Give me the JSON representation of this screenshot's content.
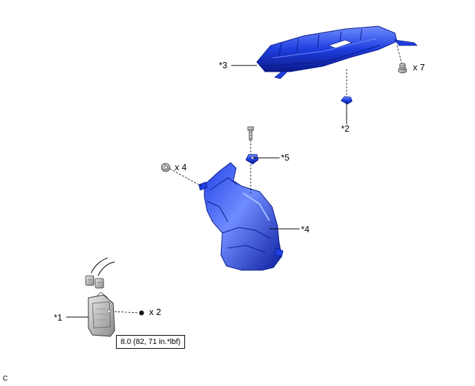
{
  "callouts": {
    "p1": "*1",
    "p2": "*2",
    "p3": "*3",
    "p4": "*4",
    "p5": "*5"
  },
  "quantities": {
    "clips_top": "x 7",
    "clips_left": "x 4",
    "nuts": "x 2"
  },
  "torque_spec": "8.0 (82, 71 in.*lbf)",
  "corner_mark": "C",
  "colors": {
    "part_blue": "#1f3fe0",
    "part_dark": "#0a1a8a",
    "part_light": "#6f8cff",
    "leader": "#000000",
    "fastener_gray": "#9a9a9a"
  }
}
